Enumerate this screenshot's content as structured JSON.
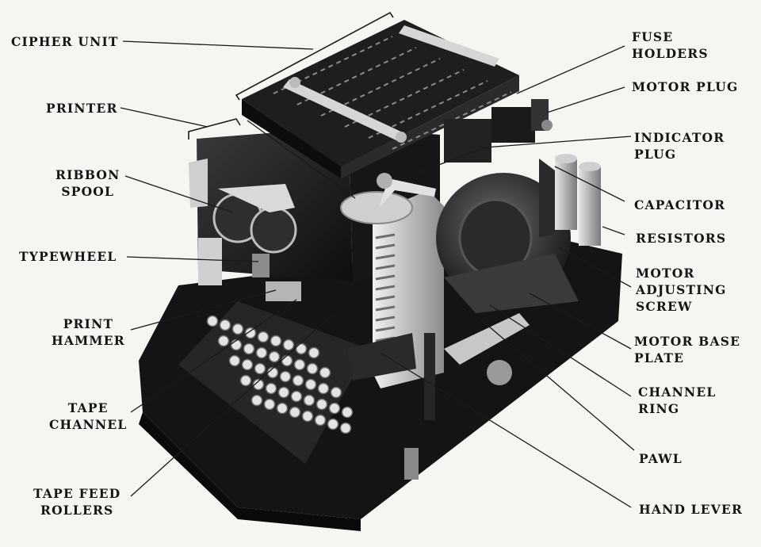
{
  "labels": {
    "cipher_unit": "CIPHER UNIT",
    "printer": "PRINTER",
    "ribbon_spool": [
      "RIBBON",
      "SPOOL"
    ],
    "typewheel": "TYPEWHEEL",
    "print_hammer": [
      "PRINT",
      "HAMMER"
    ],
    "tape_channel": [
      "TAPE",
      "CHANNEL"
    ],
    "tape_feed_rollers": [
      "TAPE FEED",
      "ROLLERS"
    ],
    "fuse_holders": [
      "FUSE",
      "HOLDERS"
    ],
    "motor_plug": "MOTOR PLUG",
    "indicator_plug": [
      "INDICATOR",
      "PLUG"
    ],
    "capacitor": "CAPACITOR",
    "resistors": "RESISTORS",
    "motor_adjusting_screw": [
      "MOTOR",
      "ADJUSTING",
      "SCREW"
    ],
    "motor_base_plate": [
      "MOTOR BASE",
      "PLATE"
    ],
    "channel_ring": [
      "CHANNEL",
      "RING"
    ],
    "pawl": "PAWL",
    "hand_lever": "HAND LEVER"
  },
  "colors": {
    "background": "#f6f5f1",
    "machine_dark": "#1c1c1c",
    "machine_metal": "#cfcfcf",
    "leader_line": "#1a1a1a"
  }
}
